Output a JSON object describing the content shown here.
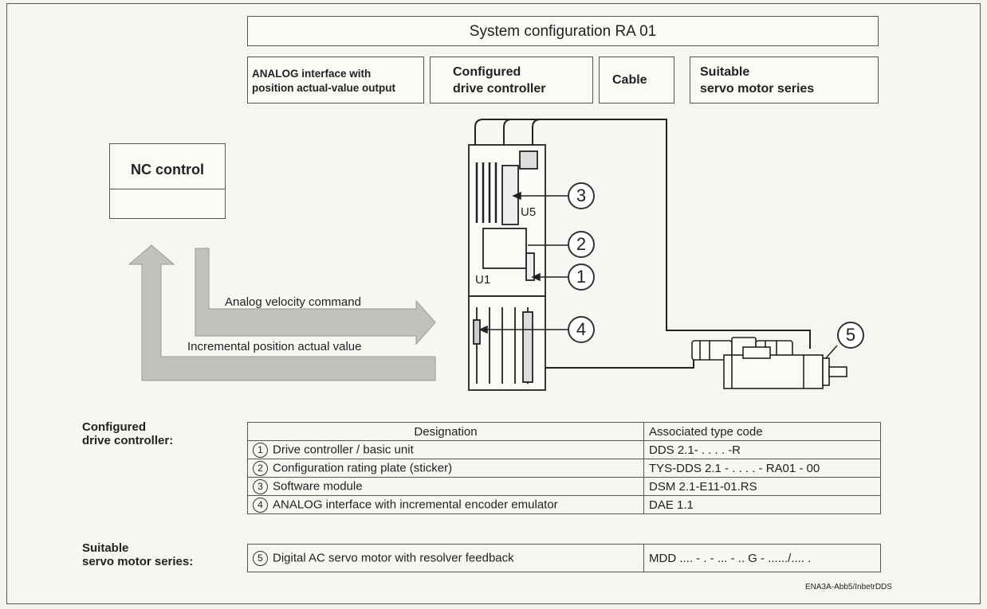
{
  "title": "System configuration RA 01",
  "column_headers": [
    {
      "line1": "ANALOG interface with",
      "line2": "position actual-value output"
    },
    {
      "line1": "Configured",
      "line2": "drive controller"
    },
    {
      "line1": "Cable",
      "line2": ""
    },
    {
      "line1": "Suitable",
      "line2": "servo motor series"
    }
  ],
  "nc_control": "NC control",
  "signals": {
    "velocity_command": "Analog velocity command",
    "position_actual": "Incremental position actual value"
  },
  "unit_labels": {
    "u1": "U1",
    "u5": "U5"
  },
  "callouts": [
    "1",
    "2",
    "3",
    "4",
    "5"
  ],
  "configured_label": {
    "line1": "Configured",
    "line2": "drive controller:"
  },
  "suitable_label": {
    "line1": "Suitable",
    "line2": "servo motor series:"
  },
  "table": {
    "headers": [
      "Designation",
      "Associated type code"
    ],
    "rows": [
      {
        "num": "1",
        "designation": "Drive controller / basic unit",
        "code": "DDS 2.1- . . . . -R"
      },
      {
        "num": "2",
        "designation": "Configuration rating plate (sticker)",
        "code": "TYS-DDS 2.1 - . . . . - RA01 - 00"
      },
      {
        "num": "3",
        "designation": "Software module",
        "code": "DSM 2.1-E11-01.RS"
      },
      {
        "num": "4",
        "designation": "ANALOG interface with incremental encoder emulator",
        "code": "DAE 1.1"
      }
    ]
  },
  "motor_row": {
    "num": "5",
    "designation": "Digital AC servo motor with resolver feedback",
    "code": "MDD .... - . - ... - .. G - ....../.... ."
  },
  "footer_code": "ENA3A-Abb5/InbetrDDS"
}
